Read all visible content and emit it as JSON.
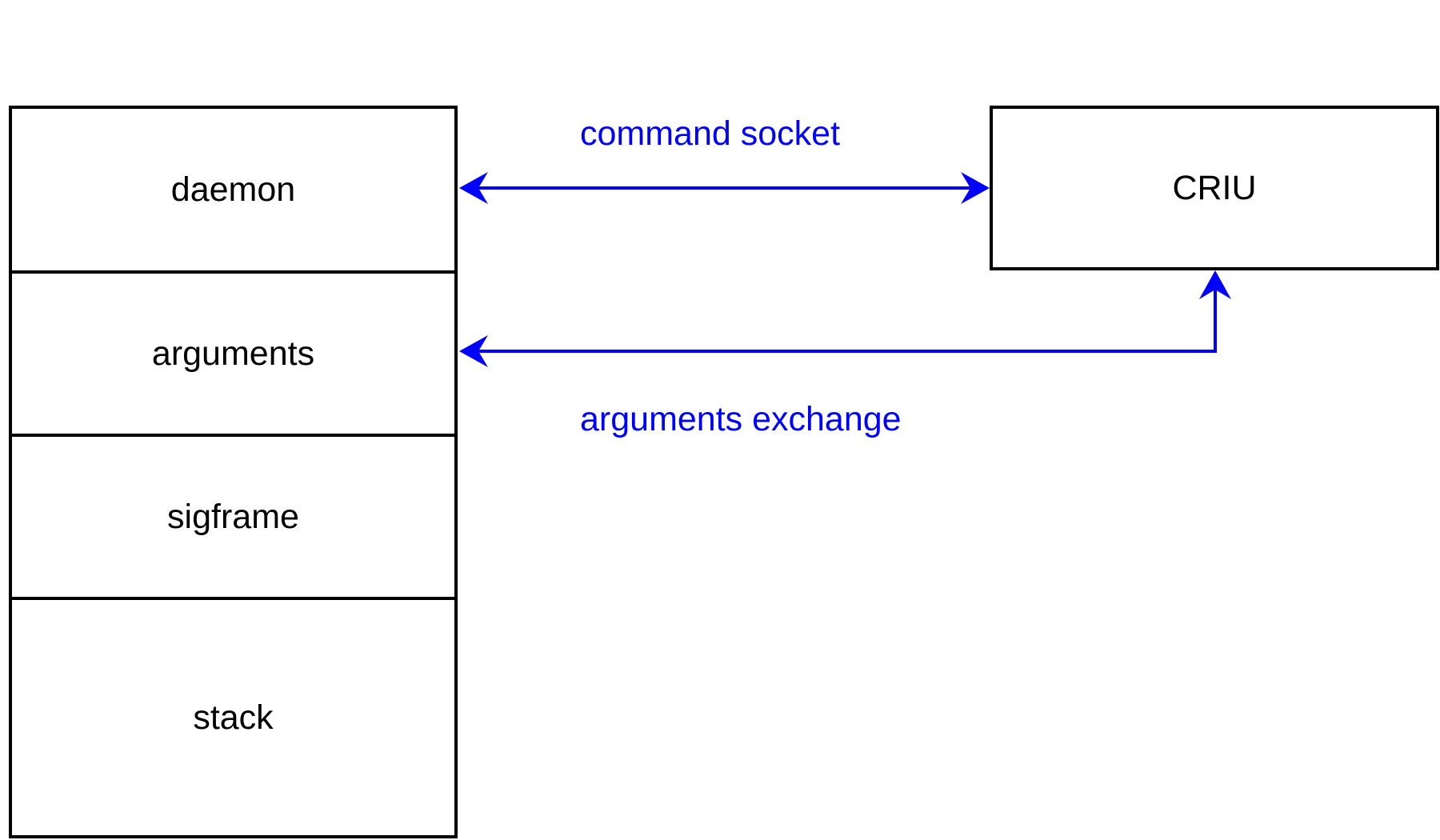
{
  "colors": {
    "box_stroke": "#000000",
    "connector": "#0000ff"
  },
  "memory_layout": {
    "sections": [
      "daemon",
      "arguments",
      "sigframe",
      "stack"
    ]
  },
  "criu": {
    "label": "CRIU"
  },
  "connections": {
    "command_socket": {
      "label": "command socket",
      "from": "daemon",
      "to": "CRIU",
      "bidirectional": true
    },
    "arguments_exchange": {
      "label": "arguments exchange",
      "from": "arguments",
      "to": "CRIU",
      "bidirectional": true
    }
  }
}
